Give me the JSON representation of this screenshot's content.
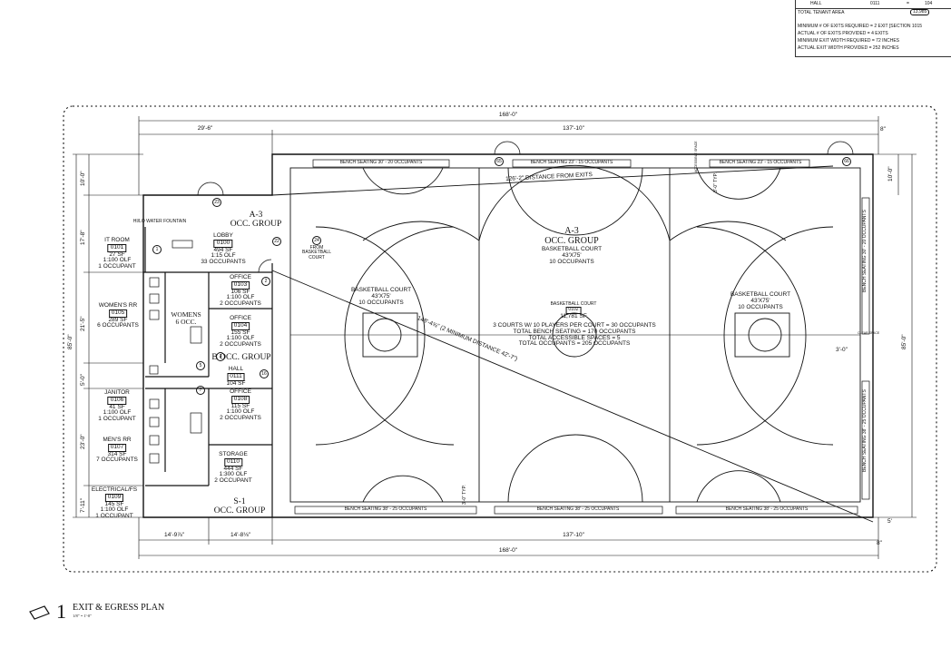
{
  "schedule": {
    "hall_row": {
      "name": "HALL",
      "room": "0111",
      "eq": "=",
      "value": "104"
    },
    "total": {
      "label": "TOTAL TENANT AREA",
      "value": "13,985"
    },
    "notes": [
      "MINIMUM # OF EXITS REQUIRED = 2 EXIT [SECTION 1015",
      "ACTUAL # OF EXITS PROVIDED = 4 EXITS",
      "MINIMUM EXIT WIDTH REQUIRED = 72 INCHES",
      "ACTUAL EXIT WIDTH PROVIDED = 252 INCHES"
    ]
  },
  "dimensions": {
    "top_overall": "168'-0\"",
    "top_left": "29'-6\"",
    "top_right": "137'-10\"",
    "bottom_overall": "168'-0\"",
    "bottom_right": "137'-10\"",
    "bottom_left_1": "14'-9⅞\"",
    "bottom_left_2": "14'-8⅛\"",
    "left_1": "10'-0\"",
    "left_2": "17'-8\"",
    "left_3": "21'-5\"",
    "left_4": "5'-0\"",
    "left_5": "23'-0\"",
    "left_6": "7'-11\"",
    "left_overall": "85'-0\"",
    "right_overall": "85'-0\"",
    "right_top": "10'-0\"",
    "right_small_top": "8\"",
    "right_small_bottom": "8\"",
    "right_mid": "3'-0\"",
    "right_bottom": "5'",
    "typ_top": "3'-0\" TYP.",
    "typ_bottom": "3'-0\" TYP."
  },
  "rooms": {
    "it": {
      "name": "IT ROOM",
      "num": "0101",
      "sf": "27 SF",
      "olf": "1:100 OLF",
      "occ": "1 OCCUPANT"
    },
    "lobby": {
      "name": "LOBBY",
      "num": "0100",
      "sf": "494 SF",
      "olf": "1:15 OLF",
      "occ": "33 OCCUPANTS"
    },
    "womens": {
      "name": "WOMEN'S RR",
      "num": "0105",
      "sf": "289 SF",
      "occ": "6 OCCUPANTS",
      "tag": "WOMENS",
      "tag_occ": "6 OCC."
    },
    "office1": {
      "name": "OFFICE",
      "num": "0103",
      "sf": "106 SF",
      "olf": "1:100 OLF",
      "occ": "2 OCCUPANTS"
    },
    "office2": {
      "name": "OFFICE",
      "num": "0104",
      "sf": "155 SF",
      "olf": "1:100 OLF",
      "occ": "2 OCCUPANTS"
    },
    "hall": {
      "name": "HALL",
      "num": "0111",
      "sf": "104 SF"
    },
    "janitor": {
      "name": "JANITOR",
      "num": "0106",
      "sf": "41 SF",
      "olf": "1:100 OLF",
      "occ": "1 OCCUPANT"
    },
    "office3": {
      "name": "OFFICE",
      "num": "0108",
      "sf": "115 SF",
      "olf": "1:100 OLF",
      "occ": "2 OCCUPANTS"
    },
    "mens": {
      "name": "MEN'S RR",
      "num": "0107",
      "sf": "314 SF",
      "occ": "7 OCCUPANTS"
    },
    "storage": {
      "name": "STORAGE",
      "num": "0110",
      "sf": "444 SF",
      "olf": "1:300 OLF",
      "occ": "2 OCCUPANT"
    },
    "electrical": {
      "name": "ELECTRICAL/FS",
      "num": "0109",
      "sf": "145 SF",
      "olf": "1:100 OLF",
      "occ": "1 OCCUPANT"
    },
    "fountain": "HI/LO WATER FOUNTAIN",
    "court_exit": {
      "line1": "FROM",
      "line2": "BASKETBALL",
      "line3": "COURT"
    }
  },
  "occ_groups": {
    "a3_lobby": {
      "g": "A-3",
      "label": "OCC. GROUP"
    },
    "b": {
      "g": "B",
      "label": "OCC. GROUP"
    },
    "s1": {
      "g": "S-1",
      "label": "OCC. GROUP"
    },
    "a3_gym": {
      "g": "A-3",
      "label": "OCC. GROUP"
    }
  },
  "courts": {
    "center_top": {
      "name": "BASKETBALL COURT",
      "dim": "43'X75'",
      "occ": "10 OCCUPANTS"
    },
    "left": {
      "name": "BASKETBALL COURT",
      "dim": "43'X75'",
      "occ": "10 OCCUPANTS"
    },
    "right": {
      "name": "BASKETBALL COURT",
      "dim": "43'X75'",
      "occ": "10 OCCUPANTS"
    },
    "main": {
      "name": "BASKETBALL COURT",
      "num": "0102",
      "sf": "11,781 SF"
    },
    "summary": [
      "3 COURTS W/ 10 PLAYERS PER COURT = 30 OCCUPANTS",
      "TOTAL BENCH SEATING = 170 OCCUPANTS",
      "TOTAL ACCESSIBLE SPACES = 5",
      "TOTAL OCCUPANTS = 205 OCCUPANTS"
    ]
  },
  "benches": {
    "top1": "BENCH SEATING 30' - 20 OCCUPANTS",
    "top2": "BENCH SEATING 23' - 15 OCCUPANTS",
    "top3": "BENCH SEATING 23' - 15 OCCUPANTS",
    "bot1": "BENCH SEATING 38' - 25 OCCUPANTS",
    "bot2": "BENCH SEATING 38' - 25 OCCUPANTS",
    "bot3": "BENCH SEATING 38' - 25 OCCUPANTS",
    "right1": "BENCH SEATING 30' - 20 OCCUPANTS",
    "right2": "BENCH SEATING 38' - 25 OCCUPANTS",
    "accessible": "ACCESSIBLE SPACE",
    "clear": "CLEAR SPACE"
  },
  "distances": {
    "top": "126'-2\" DISTANCE FROM EXITS",
    "diag": "148'-4⅝\" (2 MINIMUM DISTANCE 42'-7\")"
  },
  "tags": {
    "t1": "1",
    "t2": "2",
    "t3": "3",
    "t5": "5",
    "t7": "7",
    "t16": "16",
    "t22": "22",
    "t23": "23",
    "t24": "24",
    "t65": "65",
    "t66": "66"
  },
  "title": {
    "number": "1",
    "text": "EXIT & EGRESS PLAN",
    "scale": "1/8\" = 1'-0\""
  }
}
